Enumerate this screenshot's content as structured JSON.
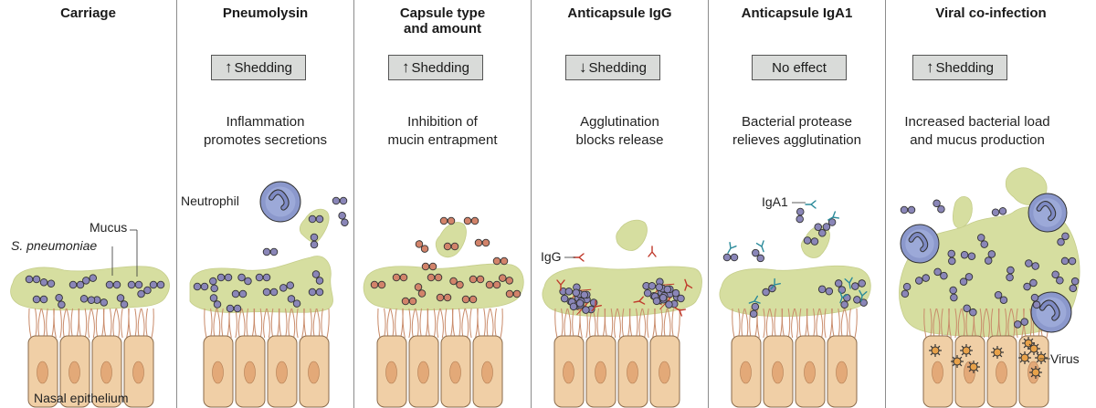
{
  "panels": [
    {
      "title": "Carriage",
      "effect": null,
      "desc": []
    },
    {
      "title": "Pneumolysin",
      "effect": {
        "arrow": "↑",
        "text": "Shedding"
      },
      "desc": [
        "Inflammation",
        "promotes secretions"
      ]
    },
    {
      "title": "Capsule type and amount",
      "title_lines": [
        "Capsule type",
        "and amount"
      ],
      "effect": {
        "arrow": "↑",
        "text": "Shedding"
      },
      "desc": [
        "Inhibition of",
        "mucin entrapment"
      ]
    },
    {
      "title": "Anticapsule IgG",
      "effect": {
        "arrow": "↓",
        "text": "Shedding"
      },
      "desc": [
        "Agglutination",
        "blocks release"
      ]
    },
    {
      "title": "Anticapsule IgA1",
      "effect": {
        "arrow": "",
        "text": "No effect"
      },
      "desc": [
        "Bacterial protease",
        "relieves agglutination"
      ]
    },
    {
      "title": "Viral co-infection",
      "effect": {
        "arrow": "↑",
        "text": "Shedding"
      },
      "desc": [
        "Increased bacterial load",
        "and mucus production"
      ]
    }
  ],
  "labels": {
    "mucus": "Mucus",
    "s_pneumoniae": "S. pneumoniae",
    "nasal_epithelium": "Nasal epithelium",
    "neutrophil": "Neutrophil",
    "igg": "IgG",
    "iga1": "IgA1",
    "virus": "Virus"
  },
  "colors": {
    "mucus": "#d6dea0",
    "bacteria": "#8a86b8",
    "bacteria_capsule": "#d2836a",
    "cell": "#f0cfa6",
    "nucleus": "#e3a978",
    "cilia": "#c98b6a",
    "neutrophil": "#8b98cc",
    "igg": "#c0392b",
    "iga1": "#2a8a9a",
    "divider": "#8c8c8c"
  }
}
